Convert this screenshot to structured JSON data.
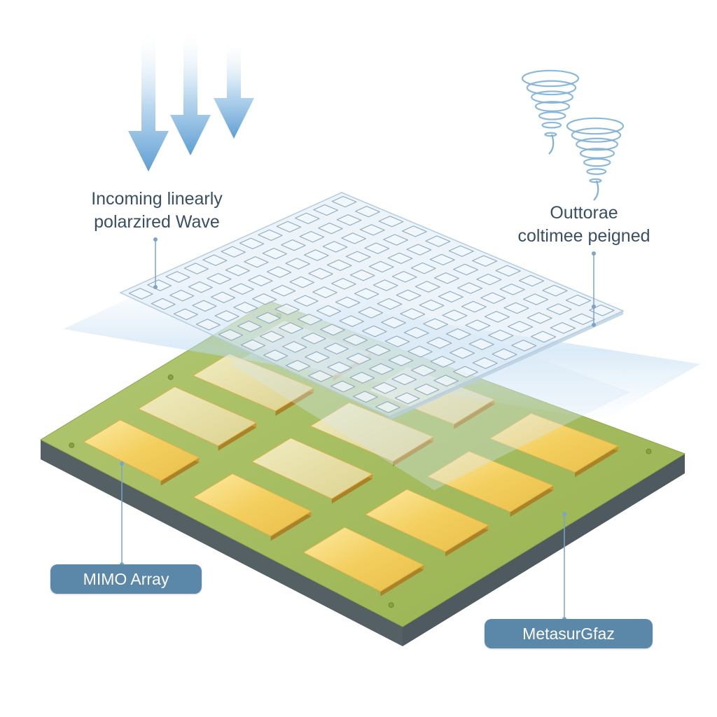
{
  "labels": {
    "incoming_line1": "Incoming linearly",
    "incoming_line2": "polarzired Wave",
    "outgoing_line1": "Outtorae",
    "outgoing_line2": "coltimee peigned",
    "mimo_array": "MIMO Array",
    "metasurface": "MetasurGfaz"
  },
  "colors": {
    "label_text": "#3a4f64",
    "pill_fill": "#5b87a9",
    "pill_text": "#ffffff",
    "pcb_top": "#a4bb5a",
    "pcb_side": "#556065",
    "patch_gold": "#f1cb5a",
    "arrow_blue": "#6aa6d6",
    "metasurface_tint": "#dcebf5",
    "leader_line": "#7aa4c8"
  },
  "icons": {
    "incoming": "down-arrow-icon",
    "outgoing": "spiral-wave-icon"
  },
  "structure": {
    "antenna_patches": {
      "rows": 3,
      "cols": 4
    },
    "metasurface_cells": {
      "rows": 12,
      "cols": 12
    }
  }
}
